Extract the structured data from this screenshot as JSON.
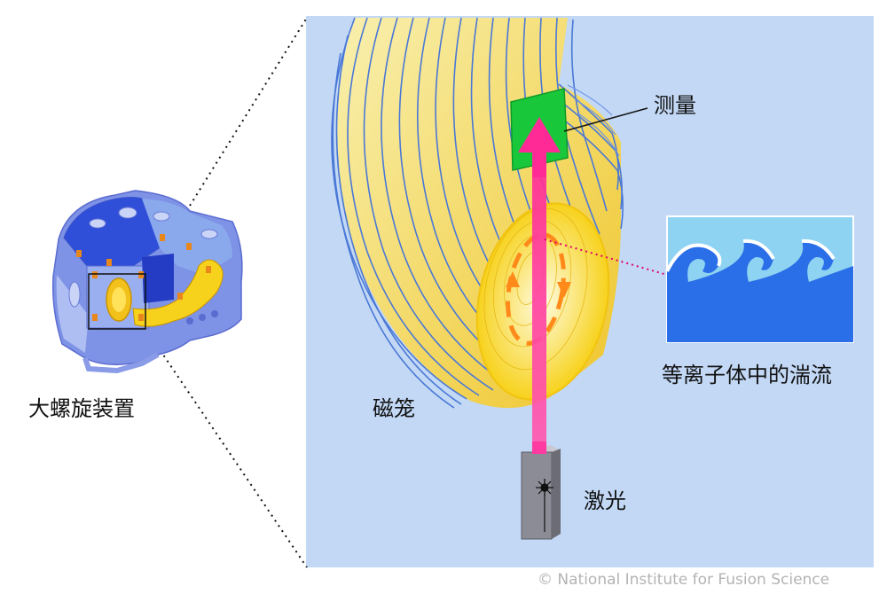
{
  "labels": {
    "device": "大螺旋装置",
    "magnetic_cage": "磁笼",
    "measurement": "测量",
    "plasma_turbulence": "等离子体中的湍流",
    "laser": "激光"
  },
  "credit": "© National Institute for Fusion Science",
  "colors": {
    "panel_background": "#c2d8f5",
    "field_line": "#4a78d6",
    "plasma_glow": "#f7d21c",
    "laser_beam": "#ff3aa0",
    "detector": "#19c83a",
    "turbulence_wave": "#2a6ee8",
    "flow_arrow": "#ff8a1a"
  }
}
